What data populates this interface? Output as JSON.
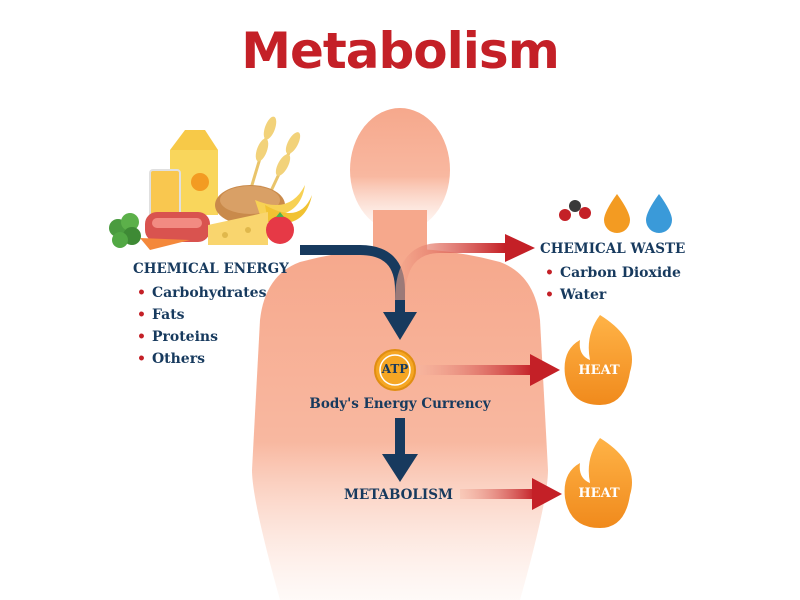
{
  "title": "Metabolism",
  "chemical_energy": {
    "heading": "CHEMICAL ENERGY",
    "items": [
      "Carbohydrates",
      "Fats",
      "Proteins",
      "Others"
    ]
  },
  "chemical_waste": {
    "heading": "CHEMICAL WASTE",
    "items": [
      "Carbon Dioxide",
      "Water"
    ]
  },
  "atp": {
    "badge": "ATP",
    "caption": "Body's Energy Currency"
  },
  "metabolism_label": "METABOLISM",
  "heat_label": "HEAT",
  "colors": {
    "title": "#c42027",
    "text": "#173a5e",
    "arrow_dark": "#173a5e",
    "arrow_red": "#c42027",
    "body": "#f7a98c",
    "flame": "#f39b22"
  }
}
